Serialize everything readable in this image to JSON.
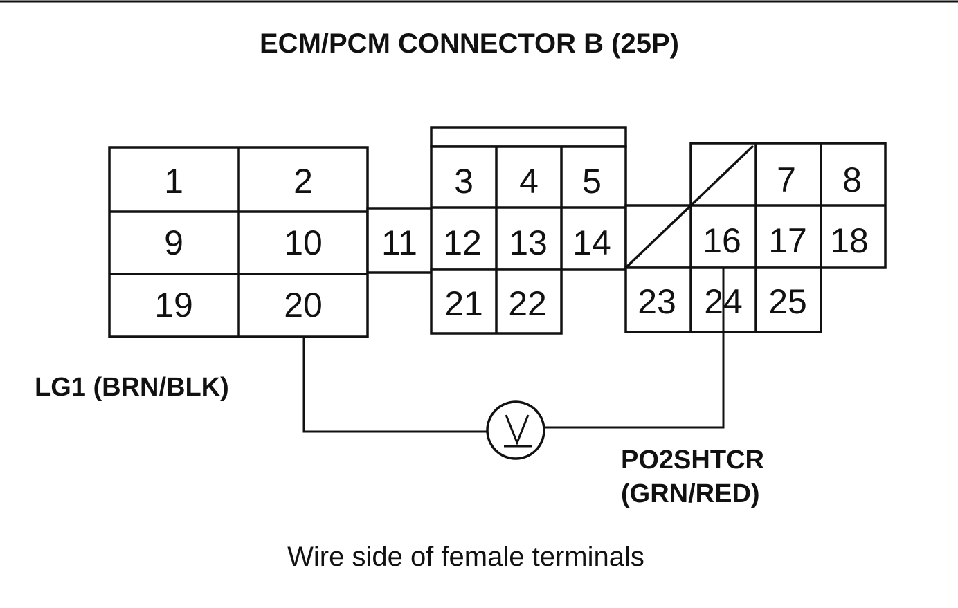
{
  "title": "ECM/PCM CONNECTOR B (25P)",
  "pins": {
    "p1": "1",
    "p2": "2",
    "p3": "3",
    "p4": "4",
    "p5": "5",
    "p7": "7",
    "p8": "8",
    "p9": "9",
    "p10": "10",
    "p11": "11",
    "p12": "12",
    "p13": "13",
    "p14": "14",
    "p16": "16",
    "p17": "17",
    "p18": "18",
    "p19": "19",
    "p20": "20",
    "p21": "21",
    "p22": "22",
    "p23": "23",
    "p24": "24",
    "p25": "25"
  },
  "labels": {
    "lg1": "LG1 (BRN/BLK)",
    "po2_line1": "PO2SHTCR",
    "po2_line2": "(GRN/RED)"
  },
  "caption": "Wire side of female terminals",
  "meter_symbol": "V"
}
